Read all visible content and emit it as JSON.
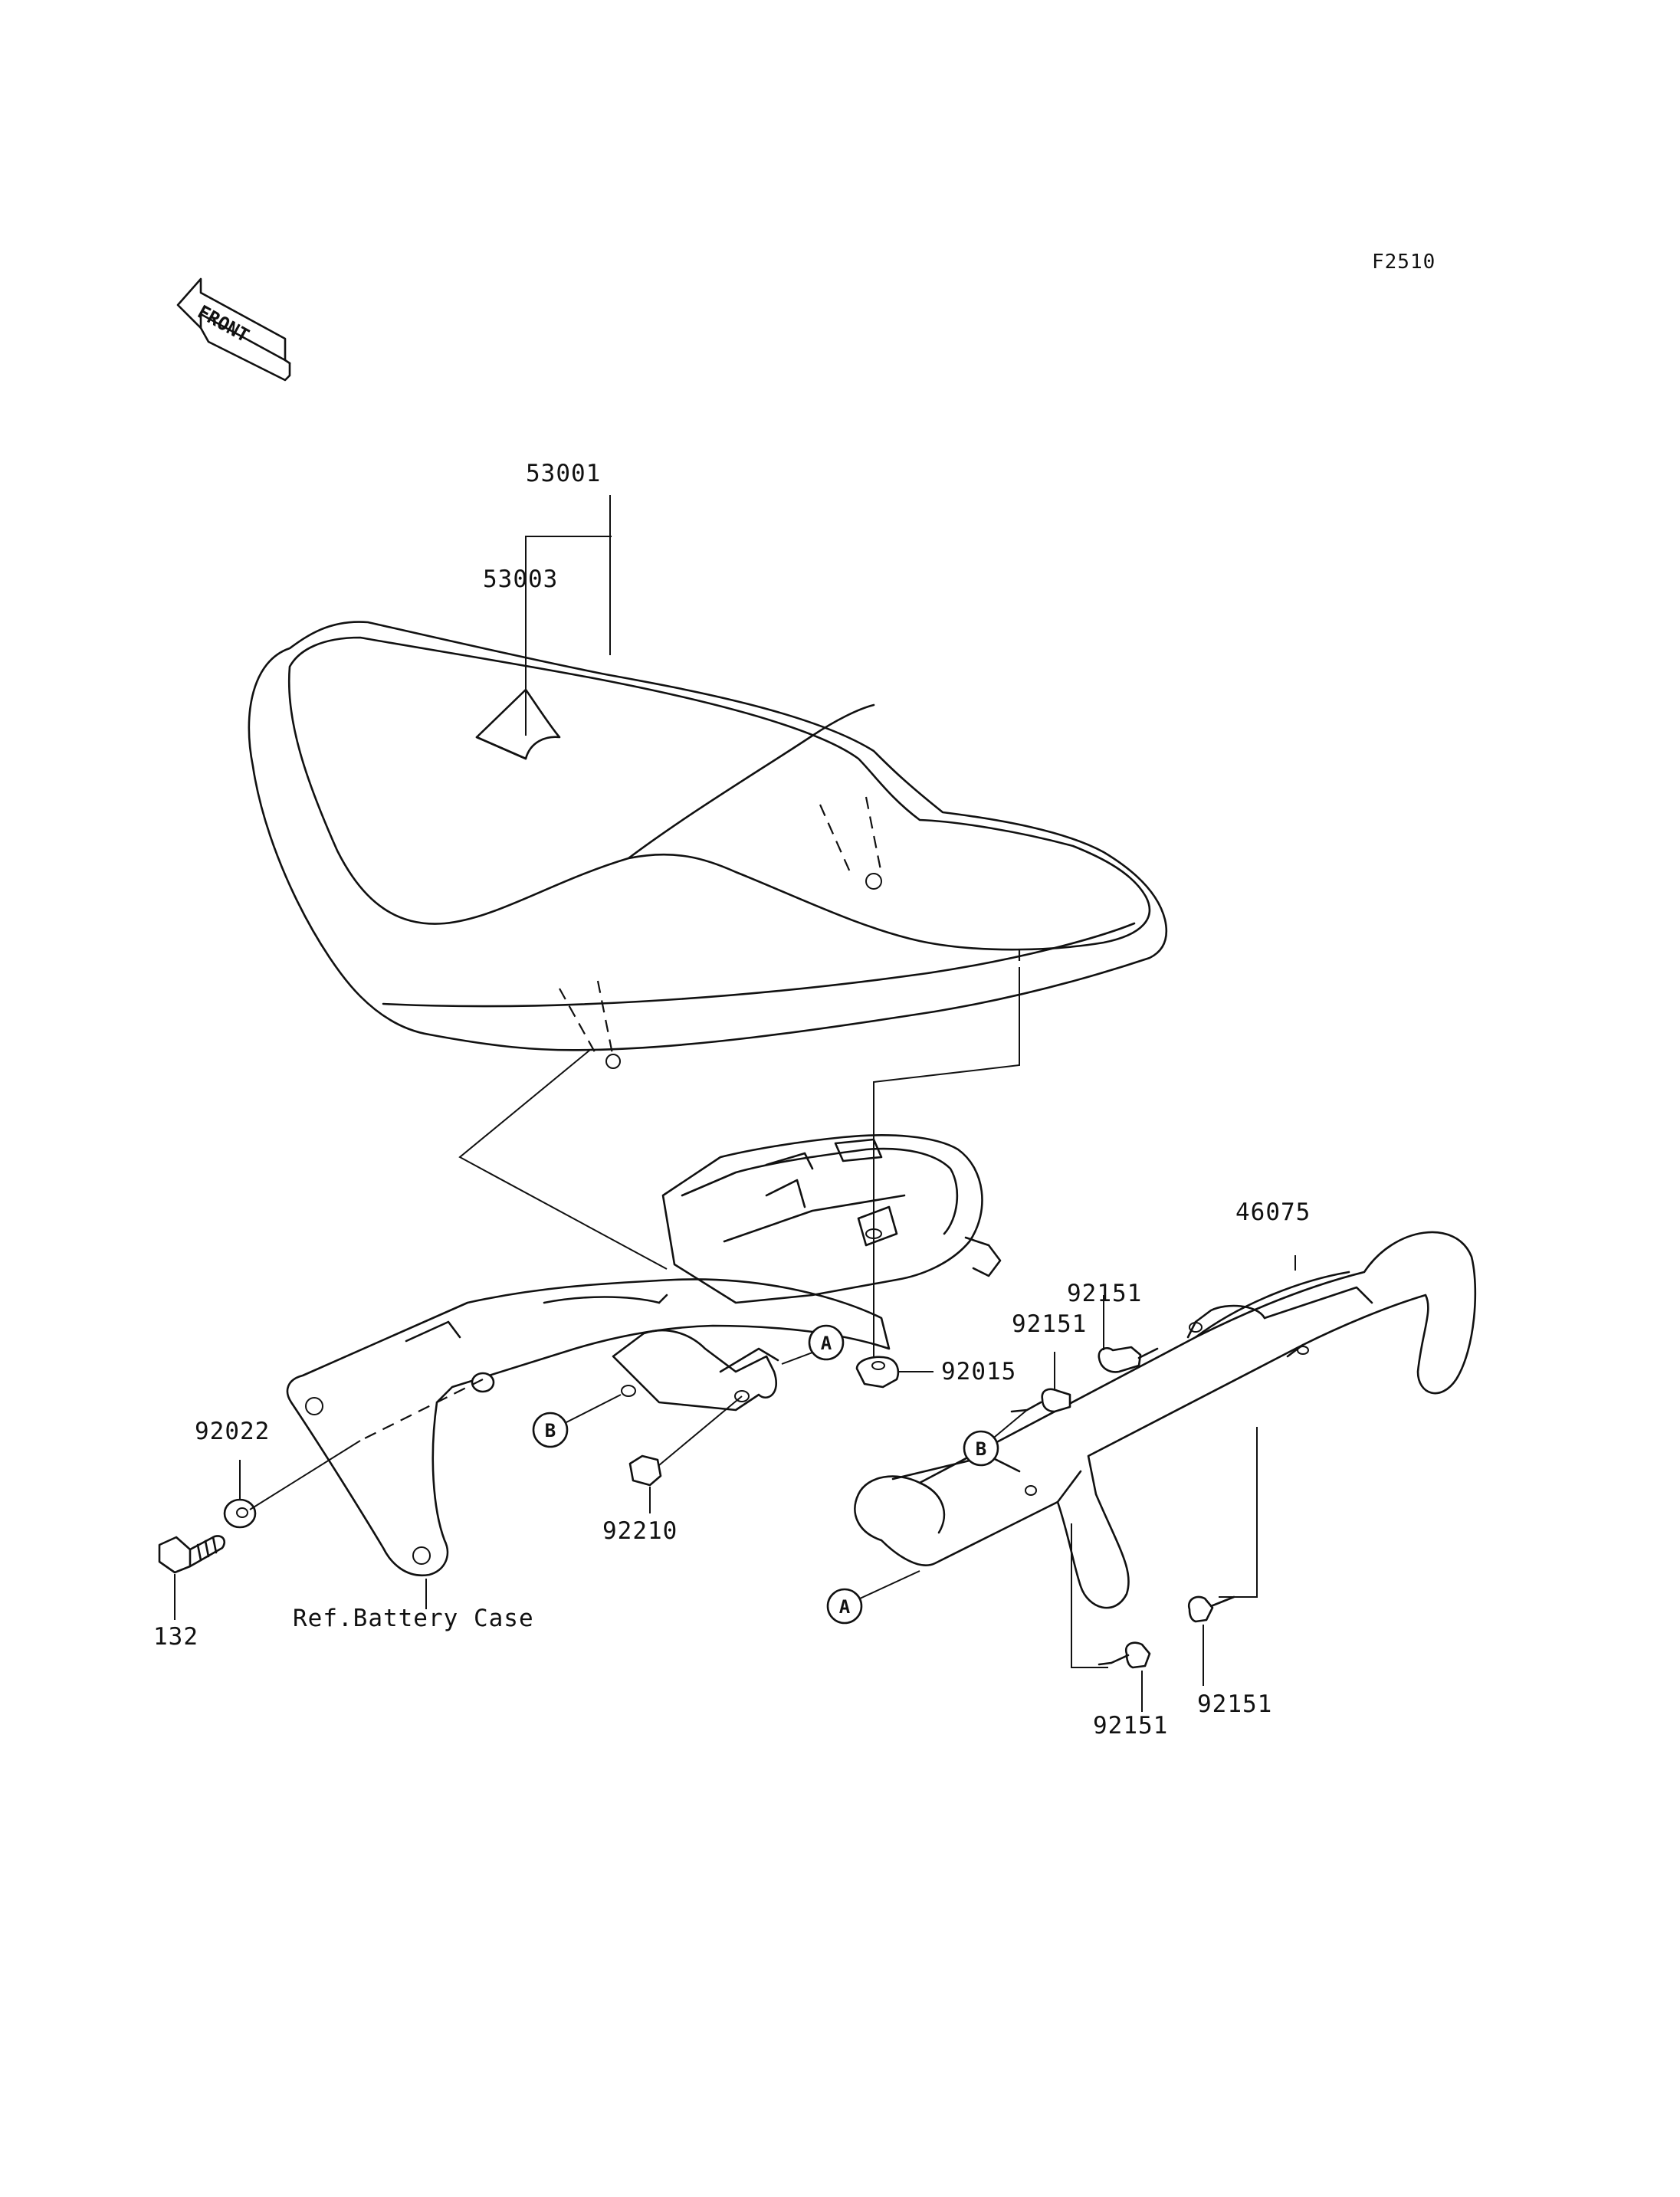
{
  "diagram_code": "F2510",
  "front_arrow": {
    "label": "FRONT",
    "icon": "front-direction-arrow-icon"
  },
  "parts": [
    {
      "id": "53001"
    },
    {
      "id": "53003"
    },
    {
      "id": "46075"
    },
    {
      "id": "92151a"
    },
    {
      "id": "92151b"
    },
    {
      "id": "92151c"
    },
    {
      "id": "92151d"
    },
    {
      "id": "92015"
    },
    {
      "id": "92022"
    },
    {
      "id": "92210"
    },
    {
      "id": "132"
    }
  ],
  "labels": {
    "p53001": "53001",
    "p53003": "53003",
    "p46075": "46075",
    "p92151a": "92151",
    "p92151b": "92151",
    "p92151c": "92151",
    "p92151d": "92151",
    "p92015": "92015",
    "p92022": "92022",
    "p92210": "92210",
    "p132": "132",
    "ref_battery": "Ref.Battery Case"
  },
  "callouts": {
    "a_left": "A",
    "b_left": "B",
    "a_right": "A",
    "b_right": "B"
  }
}
